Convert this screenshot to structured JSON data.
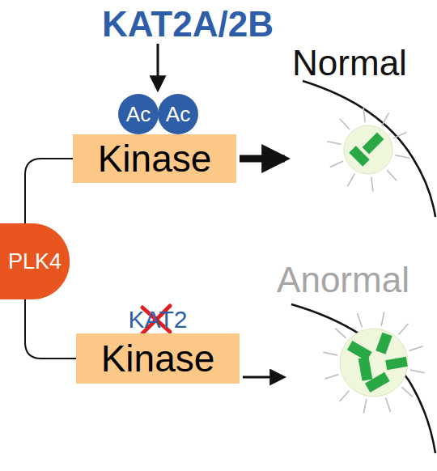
{
  "diagram": {
    "nodes": [
      {
        "text": [
          "Ac"
        ]
      },
      {
        "text": [
          "Ac"
        ]
      },
      {
        "text": [
          "Kinase"
        ]
      },
      {
        "text": [
          "PLK4"
        ]
      },
      {
        "text": [
          "Kinase"
        ]
      }
    ],
    "edges": [
      {
        "from": 3,
        "to": 2,
        "arrow": "none"
      },
      {
        "from": 3,
        "to": 4,
        "arrow": "none"
      }
    ],
    "labels": [
      "KAT2A/2B",
      "Normal",
      "KAT2",
      "Anormal"
    ]
  }
}
